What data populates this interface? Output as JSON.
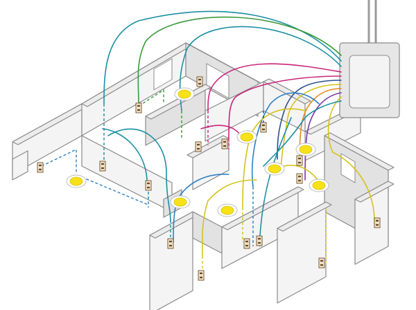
{
  "colors": {
    "teal": "#1a8fa3",
    "blue": "#2a7fc4",
    "green": "#3a9a3a",
    "magenta": "#c8257a",
    "yellow": "#d6c21a",
    "orange": "#e58a1a",
    "purple": "#7a3aa0",
    "navy": "#2b4f8a",
    "light": "#f7e21a",
    "wall": "#ececec"
  },
  "components": {
    "panel": "electrical-panel",
    "fixture": "ceiling-light",
    "device": "wall-outlet"
  }
}
